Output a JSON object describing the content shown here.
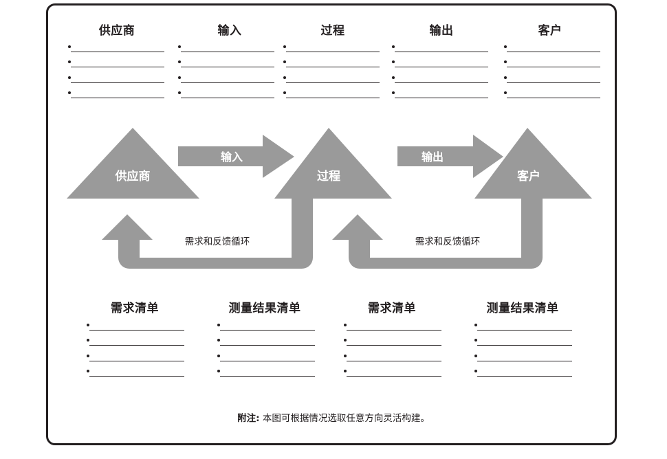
{
  "diagram": {
    "title": "SIPOC",
    "accent_gray": "#9a9a9a",
    "ink": "#231f20",
    "background": "#ffffff"
  },
  "top_columns": [
    {
      "label": "供应商",
      "rows": 4
    },
    {
      "label": "输入",
      "rows": 4
    },
    {
      "label": "过程",
      "rows": 4
    },
    {
      "label": "输出",
      "rows": 4
    },
    {
      "label": "客户",
      "rows": 4
    }
  ],
  "flow": {
    "nodes": [
      {
        "label": "供应商",
        "shape": "triangle"
      },
      {
        "label": "过程",
        "shape": "triangle"
      },
      {
        "label": "客户",
        "shape": "triangle"
      }
    ],
    "arrows": [
      {
        "label": "输入",
        "direction": "right"
      },
      {
        "label": "输出",
        "direction": "right"
      }
    ],
    "loops": [
      {
        "label": "需求和反馈循环"
      },
      {
        "label": "需求和反馈循环"
      }
    ]
  },
  "bottom_columns": [
    {
      "label": "需求清单",
      "rows": 4
    },
    {
      "label": "测量结果清单",
      "rows": 4
    },
    {
      "label": "需求清单",
      "rows": 4
    },
    {
      "label": "测量结果清单",
      "rows": 4
    }
  ],
  "footnote": {
    "prefix": "附注:",
    "text": "本图可根据情况选取任意方向灵活构建。"
  }
}
